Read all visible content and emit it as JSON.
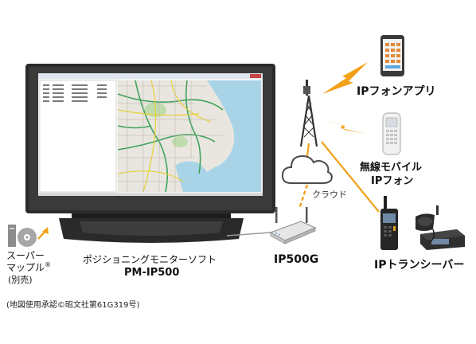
{
  "labels": {
    "ip_phone_app": "IPフォンアプリ",
    "wireless_mobile_line1": "無線モバイル",
    "wireless_mobile_line2": "IPフォン",
    "ip_transceiver": "IPトランシーバー",
    "cloud": "クラウド",
    "router": "IP500G",
    "software_line1": "ポジショニングモニターソフト",
    "software_line2": "PM-IP500",
    "super_mapple_line1": "スーパー",
    "super_mapple_line2": "マップル",
    "super_mapple_reg": "®",
    "super_mapple_line3": "(別売)",
    "map_credit": "(地図使用承認©昭文社第61G319号)"
  },
  "colors": {
    "link_orange": "#f2a21a",
    "line_gray": "#9a9a9a",
    "monitor_frame": "#2a2a2a",
    "map_water": "#a9d4e8",
    "map_road_green": "#3fa35a",
    "map_road_yellow": "#e8d13a"
  },
  "icons": {
    "monitor": "monitor-icon",
    "tower": "radio-tower-icon",
    "cloud": "cloud-icon",
    "router": "router-icon",
    "smartphone": "smartphone-icon",
    "mobile_phone": "ip-phone-icon",
    "transceiver": "handheld-radio-icon",
    "mobile_radio": "mobile-radio-icon",
    "disc": "software-disc-icon"
  }
}
